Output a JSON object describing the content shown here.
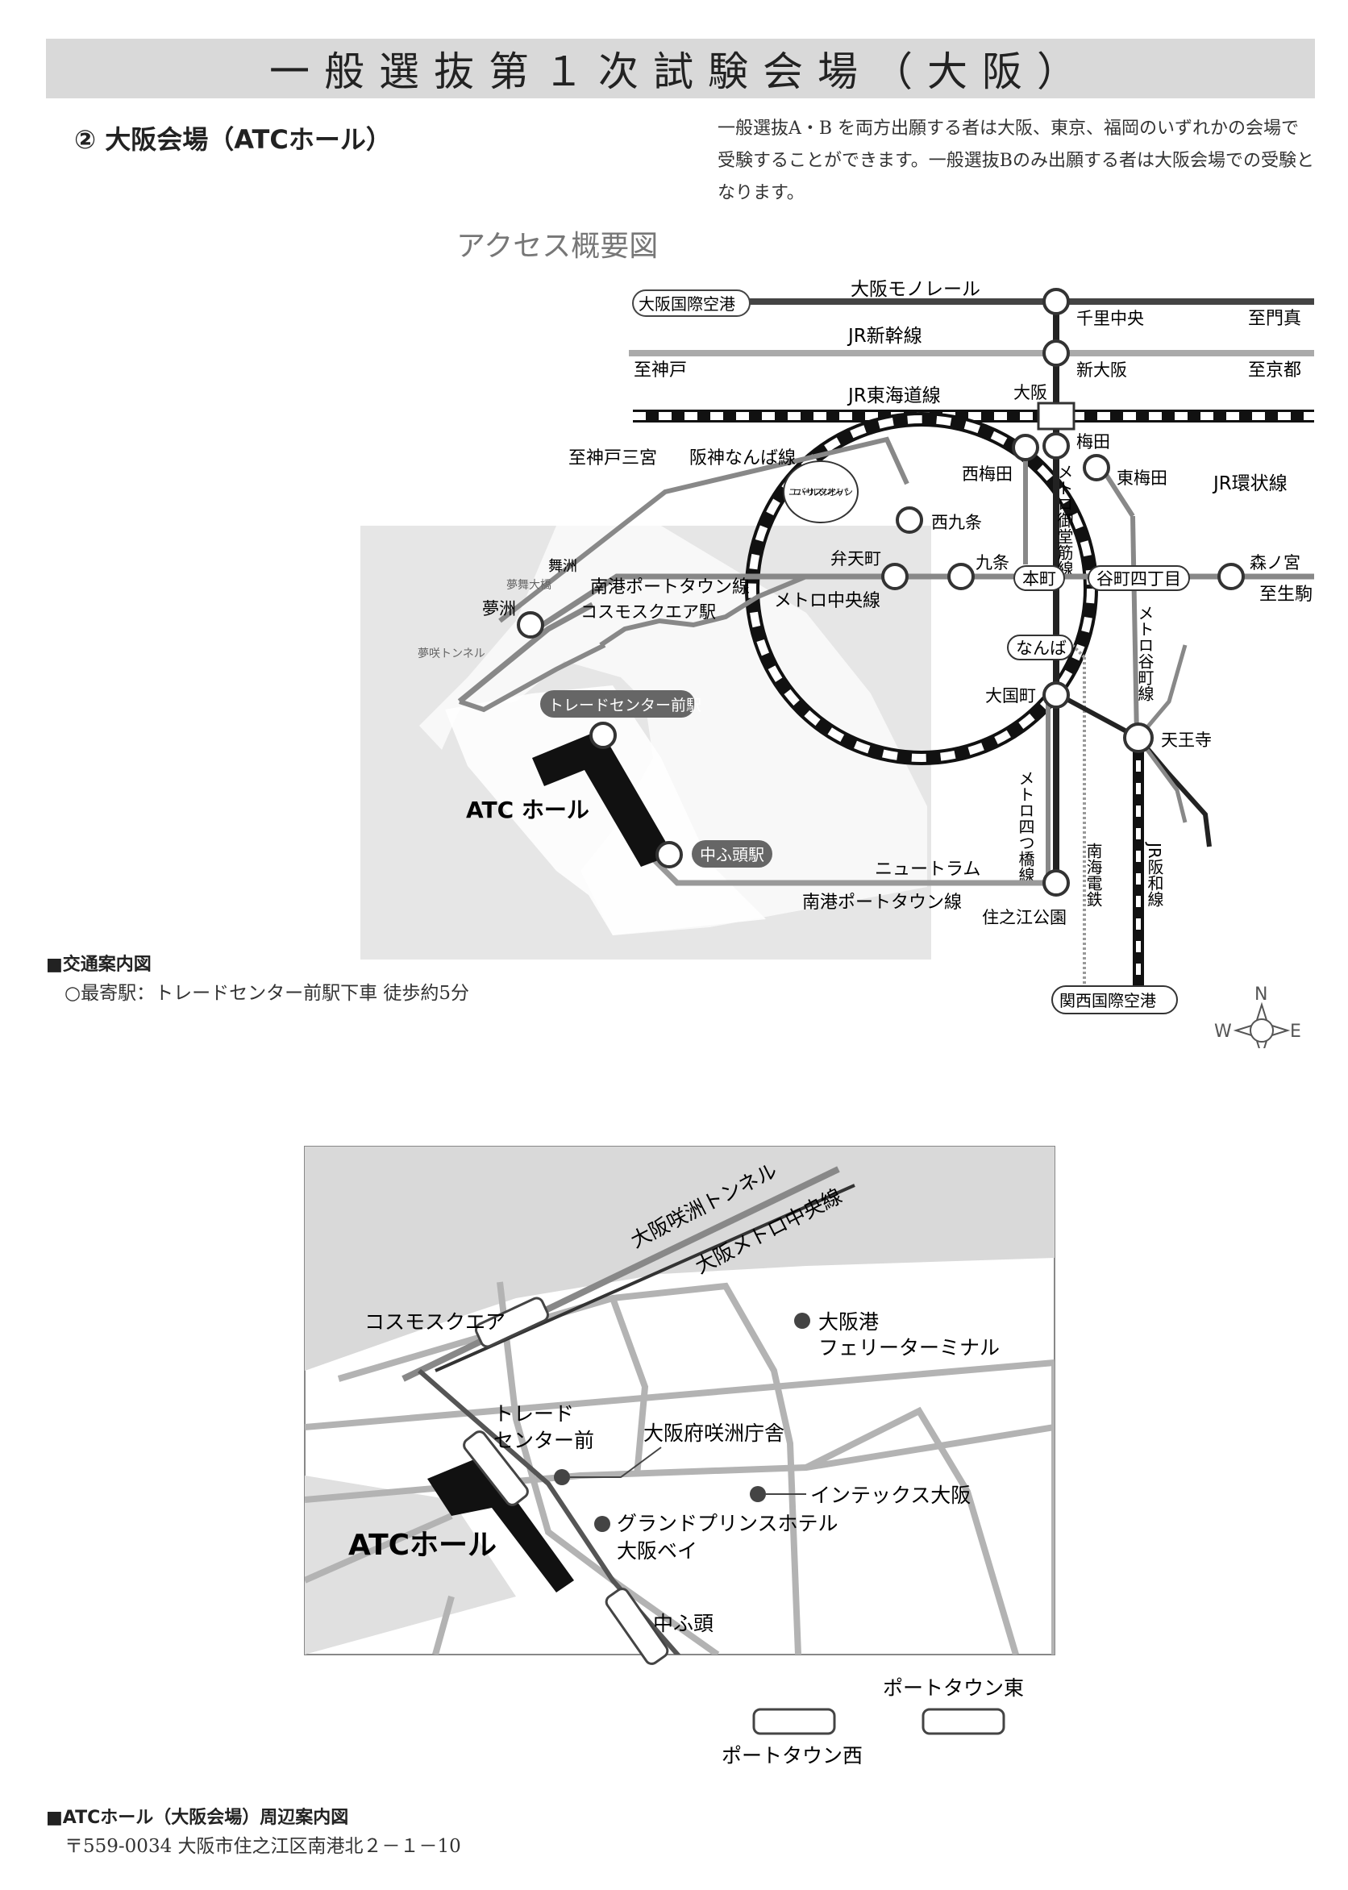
{
  "header": {
    "title": "一般選抜第１次試験会場（大阪）",
    "venue_title": "② 大阪会場（ATCホール）",
    "notice": "一般選抜A・B を両方出願する者は大阪、東京、福岡のいずれかの会場で受験することができます。一般選抜Bのみ出願する者は大阪会場での受験となります。"
  },
  "access_map": {
    "title": "アクセス概要図",
    "lines": {
      "monorail": "大阪モノレール",
      "shinkansen": "JR新幹線",
      "tokaido": "JR東海道線",
      "hanshin": "阪神なんば線",
      "loop": "JR環状線",
      "chuo": "メトロ中央線",
      "midosuji": "メトロ御堂筋線",
      "tanimachi": "メトロ谷町線",
      "yotsubashi": "メトロ四つ橋線",
      "nankai": "南海電鉄",
      "hanwa": "JR阪和線",
      "nanko_upper": "南港ポートタウン線",
      "newtram": "ニュートラム",
      "nanko_lower": "南港ポートタウン線"
    },
    "stations": {
      "itami": "大阪国際空港",
      "senri": "千里中央",
      "shin_osaka": "新大阪",
      "osaka": "大阪",
      "umeda": "梅田",
      "higashi_umeda": "東梅田",
      "nishi_umeda": "西梅田",
      "usj": "ユニバーサルスタジオジャパン",
      "nishikujo": "西九条",
      "bentencho": "弁天町",
      "kujo": "九条",
      "honmachi": "本町",
      "tanimachi4": "谷町四丁目",
      "morinomiya": "森ノ宮",
      "namba": "なんば",
      "daikokucho": "大国町",
      "tennoji": "天王寺",
      "yumeshima": "夢洲",
      "cosmo": "コスモスクエア駅",
      "trade_center": "トレードセンター前駅",
      "nakafuto": "中ふ頭駅",
      "suminoe": "住之江公園",
      "kanku": "関西国際空港"
    },
    "destinations": {
      "to_kadoma": "至門真",
      "to_kobe": "至神戸",
      "to_kyoto": "至京都",
      "to_sannomiya": "至神戸三宮",
      "to_ikoma": "至生駒"
    },
    "places": {
      "maishima": "舞洲",
      "yumemai_bridge": "夢舞大橋",
      "yumesaki_tunnel": "夢咲トンネル",
      "atc_hall": "ATC ホール"
    },
    "compass": {
      "n": "N",
      "s": "S",
      "e": "E",
      "w": "W"
    }
  },
  "traffic_info": {
    "heading": "■交通案内図",
    "nearest": "○最寄駅：トレードセンター前駅下車 徒歩約5分"
  },
  "area_map": {
    "tunnel": "大阪咲洲トンネル",
    "metro_chuo": "大阪メトロ中央線",
    "cosmo": "コスモスクエア",
    "trade_1": "トレード",
    "trade_2": "センター前",
    "ferry_1": "大阪港",
    "ferry_2": "フェリーターミナル",
    "sakishima_office": "大阪府咲洲庁舎",
    "intex": "インテックス大阪",
    "hotel_1": "グランドプリンスホテル",
    "hotel_2": "大阪ベイ",
    "atc_hall": "ATCホール",
    "nakafuto": "中ふ頭",
    "porttown_east": "ポートタウン東",
    "porttown_west": "ポートタウン西"
  },
  "footer": {
    "heading": "■ATCホール（大阪会場）周辺案内図",
    "address": "〒559-0034 大阪市住之江区南港北２－１－10"
  },
  "colors": {
    "banner": "#d9d9d9",
    "land": "#e6e6e6",
    "road": "#b3b3b3",
    "line_dark": "#444444",
    "venue": "#111111"
  }
}
